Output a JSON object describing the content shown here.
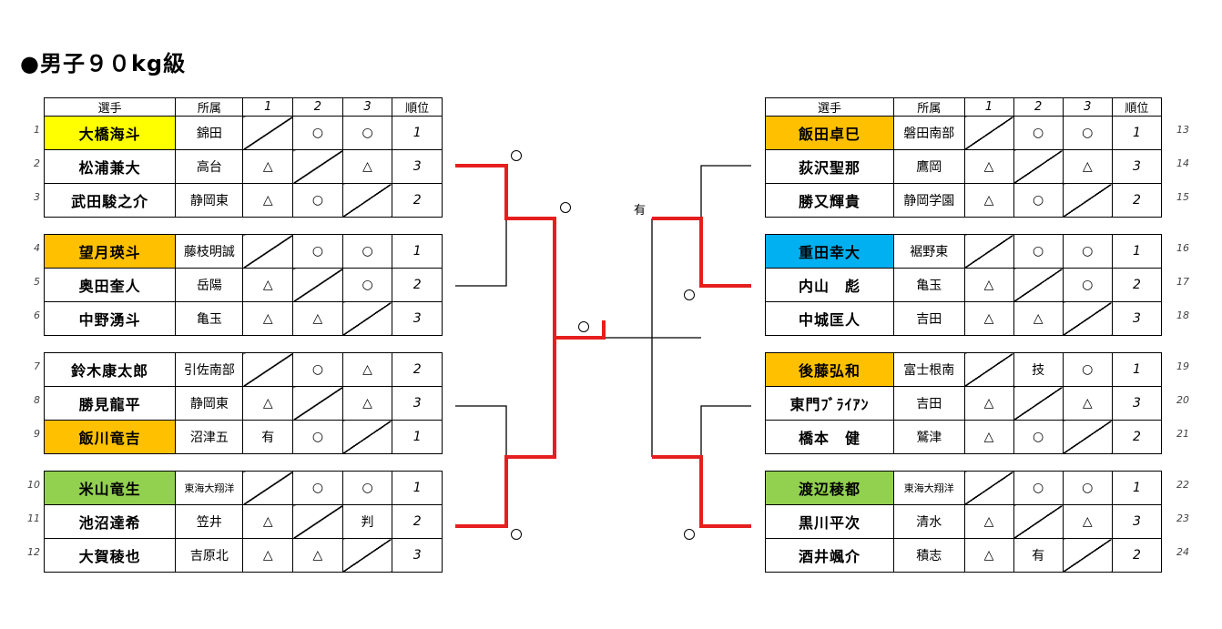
{
  "title": "●男子９０kg級",
  "headers": [
    "選手",
    "所属",
    "1",
    "2",
    "3",
    "順位"
  ],
  "colors": {
    "yellow": "#ffff00",
    "orange": "#ffc000",
    "blue": "#00b0f0",
    "green": "#92d050",
    "winner_line": "#e61e1e"
  },
  "left_pools": [
    {
      "rows": [
        {
          "seed": "1",
          "name": "大橋海斗",
          "team": "錦田",
          "r": [
            "",
            "○",
            "○"
          ],
          "rank": "1",
          "hl": "yellow"
        },
        {
          "seed": "2",
          "name": "松浦兼大",
          "team": "高台",
          "r": [
            "△",
            "",
            "△"
          ],
          "rank": "3"
        },
        {
          "seed": "3",
          "name": "武田駿之介",
          "team": "静岡東",
          "r": [
            "△",
            "○",
            ""
          ],
          "rank": "2"
        }
      ]
    },
    {
      "rows": [
        {
          "seed": "4",
          "name": "望月瑛斗",
          "team": "藤枝明誠",
          "r": [
            "",
            "○",
            "○"
          ],
          "rank": "1",
          "hl": "orange"
        },
        {
          "seed": "5",
          "name": "奥田奎人",
          "team": "岳陽",
          "r": [
            "△",
            "",
            "○"
          ],
          "rank": "2"
        },
        {
          "seed": "6",
          "name": "中野湧斗",
          "team": "亀玉",
          "r": [
            "△",
            "△",
            ""
          ],
          "rank": "3"
        }
      ]
    },
    {
      "rows": [
        {
          "seed": "7",
          "name": "鈴木康太郎",
          "team": "引佐南部",
          "r": [
            "",
            "○",
            "△"
          ],
          "rank": "2"
        },
        {
          "seed": "8",
          "name": "勝見龍平",
          "team": "静岡東",
          "r": [
            "△",
            "",
            "△"
          ],
          "rank": "3"
        },
        {
          "seed": "9",
          "name": "飯川竜吉",
          "team": "沼津五",
          "r": [
            "有",
            "○",
            ""
          ],
          "rank": "1",
          "hl": "orange"
        }
      ]
    },
    {
      "rows": [
        {
          "seed": "10",
          "name": "米山竜生",
          "team": "東海大翔洋",
          "r": [
            "",
            "○",
            "○"
          ],
          "rank": "1",
          "hl": "green",
          "small": true
        },
        {
          "seed": "11",
          "name": "池沼達希",
          "team": "笠井",
          "r": [
            "△",
            "",
            "判"
          ],
          "rank": "2"
        },
        {
          "seed": "12",
          "name": "大賀稜也",
          "team": "吉原北",
          "r": [
            "△",
            "△",
            ""
          ],
          "rank": "3"
        }
      ]
    }
  ],
  "right_pools": [
    {
      "rows": [
        {
          "seed": "13",
          "name": "飯田卓巳",
          "team": "磐田南部",
          "r": [
            "",
            "○",
            "○"
          ],
          "rank": "1",
          "hl": "orange"
        },
        {
          "seed": "14",
          "name": "荻沢聖那",
          "team": "鷹岡",
          "r": [
            "△",
            "",
            "△"
          ],
          "rank": "3"
        },
        {
          "seed": "15",
          "name": "勝又輝貴",
          "team": "静岡学園",
          "r": [
            "△",
            "○",
            ""
          ],
          "rank": "2"
        }
      ]
    },
    {
      "rows": [
        {
          "seed": "16",
          "name": "重田幸大",
          "team": "裾野東",
          "r": [
            "",
            "○",
            "○"
          ],
          "rank": "1",
          "hl": "blue"
        },
        {
          "seed": "17",
          "name": "内山　彪",
          "team": "亀玉",
          "r": [
            "△",
            "",
            "○"
          ],
          "rank": "2"
        },
        {
          "seed": "18",
          "name": "中城匡人",
          "team": "吉田",
          "r": [
            "△",
            "△",
            ""
          ],
          "rank": "3"
        }
      ]
    },
    {
      "rows": [
        {
          "seed": "19",
          "name": "後藤弘和",
          "team": "富士根南",
          "r": [
            "",
            "技",
            "○"
          ],
          "rank": "1",
          "hl": "orange"
        },
        {
          "seed": "20",
          "name": "東門ﾌﾞﾗｲｱﾝ",
          "team": "吉田",
          "r": [
            "△",
            "",
            "△"
          ],
          "rank": "3"
        },
        {
          "seed": "21",
          "name": "橋本　健",
          "team": "鷲津",
          "r": [
            "△",
            "○",
            ""
          ],
          "rank": "2"
        }
      ]
    },
    {
      "rows": [
        {
          "seed": "22",
          "name": "渡辺稜都",
          "team": "東海大翔洋",
          "r": [
            "",
            "○",
            "○"
          ],
          "rank": "1",
          "hl": "green",
          "small": true
        },
        {
          "seed": "23",
          "name": "黒川平次",
          "team": "清水",
          "r": [
            "△",
            "",
            "△"
          ],
          "rank": "3"
        },
        {
          "seed": "24",
          "name": "酒井颯介",
          "team": "積志",
          "r": [
            "△",
            "有",
            ""
          ],
          "rank": "2"
        }
      ]
    }
  ],
  "bracket_marks": {
    "circle": "○",
    "yuko": "有"
  }
}
